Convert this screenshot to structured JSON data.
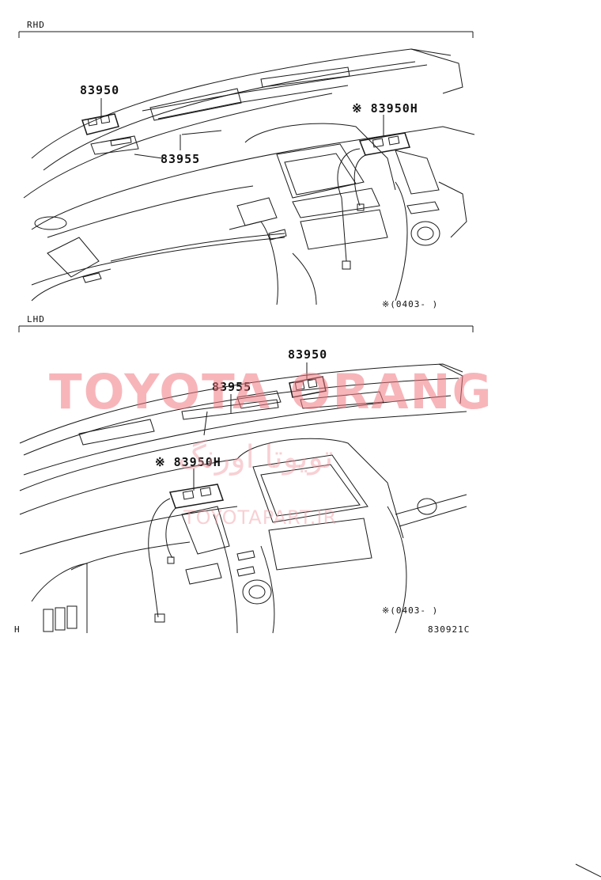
{
  "sections": {
    "rhd": {
      "label": "RHD",
      "parts": {
        "p1": "83950",
        "p2": "83955",
        "p3": "※ 83950H"
      },
      "note": "※(0403-    )"
    },
    "lhd": {
      "label": "LHD",
      "parts": {
        "p1": "83950",
        "p2": "83955",
        "p3": "※ 83950H"
      },
      "note": "※(0403-    )"
    }
  },
  "side_mark": "H",
  "diagram_code": "830921C",
  "watermark": {
    "brand": "TOYOTA ORANG",
    "persian": "تویوتا اورنگ",
    "url": "TOYOTAPART.IR"
  },
  "colors": {
    "line": "#1a1a1a",
    "watermark": "#f07882"
  }
}
